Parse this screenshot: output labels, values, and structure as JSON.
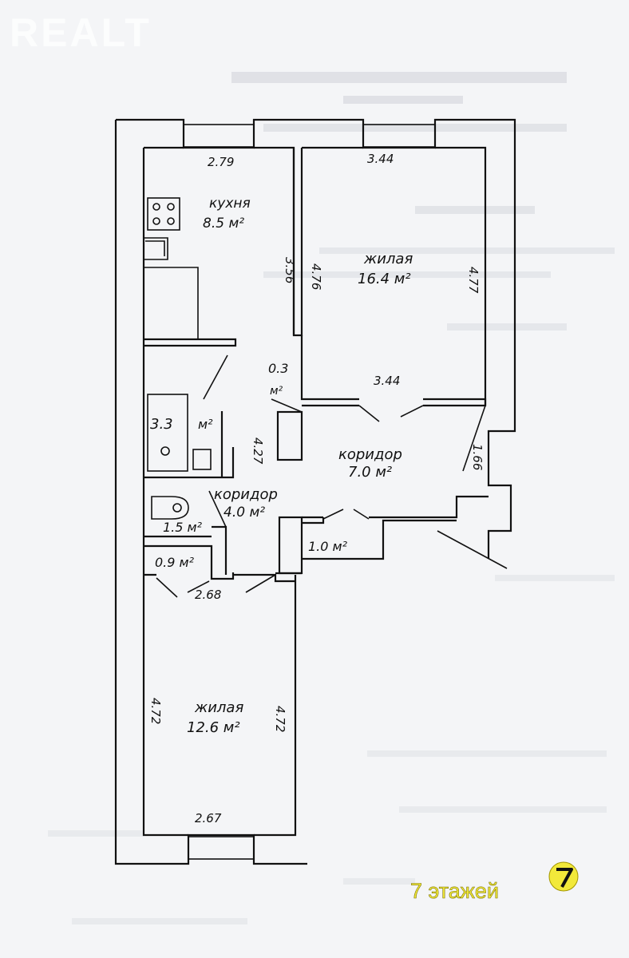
{
  "watermark": {
    "brand": "REALT"
  },
  "badge": {
    "text": "7 этажей",
    "accent": "#f2e93a"
  },
  "rooms": {
    "kitchen": {
      "name": "кухня",
      "area": "8.5 м²"
    },
    "living1": {
      "name": "жилая",
      "area": "16.4 м²"
    },
    "living2": {
      "name": "жилая",
      "area": "12.6 м²"
    },
    "corridor1": {
      "name": "коридор",
      "area": "7.0 м²"
    },
    "corridor2": {
      "name": "коридор",
      "area": "4.0 м²"
    },
    "bath": {
      "area": "3.3",
      "unit": "м²"
    },
    "niche": {
      "area": "0.3",
      "unit": "м²"
    },
    "toilet": {
      "area": "1.5 м²"
    },
    "storage1": {
      "area": "0.9 м²"
    },
    "storage2": {
      "area": "1.0 м²"
    }
  },
  "dimensions": {
    "kitchen_top": "2.79",
    "kitchen_side": "3.56",
    "living1_top": "3.44",
    "living1_left": "4.76",
    "living1_right": "4.77",
    "living1_bottom": "3.44",
    "corridor_side": "4.27",
    "corridor_right": "1.66",
    "living2_top": "2.68",
    "living2_left": "4.72",
    "living2_right": "4.72",
    "living2_bottom": "2.67"
  }
}
